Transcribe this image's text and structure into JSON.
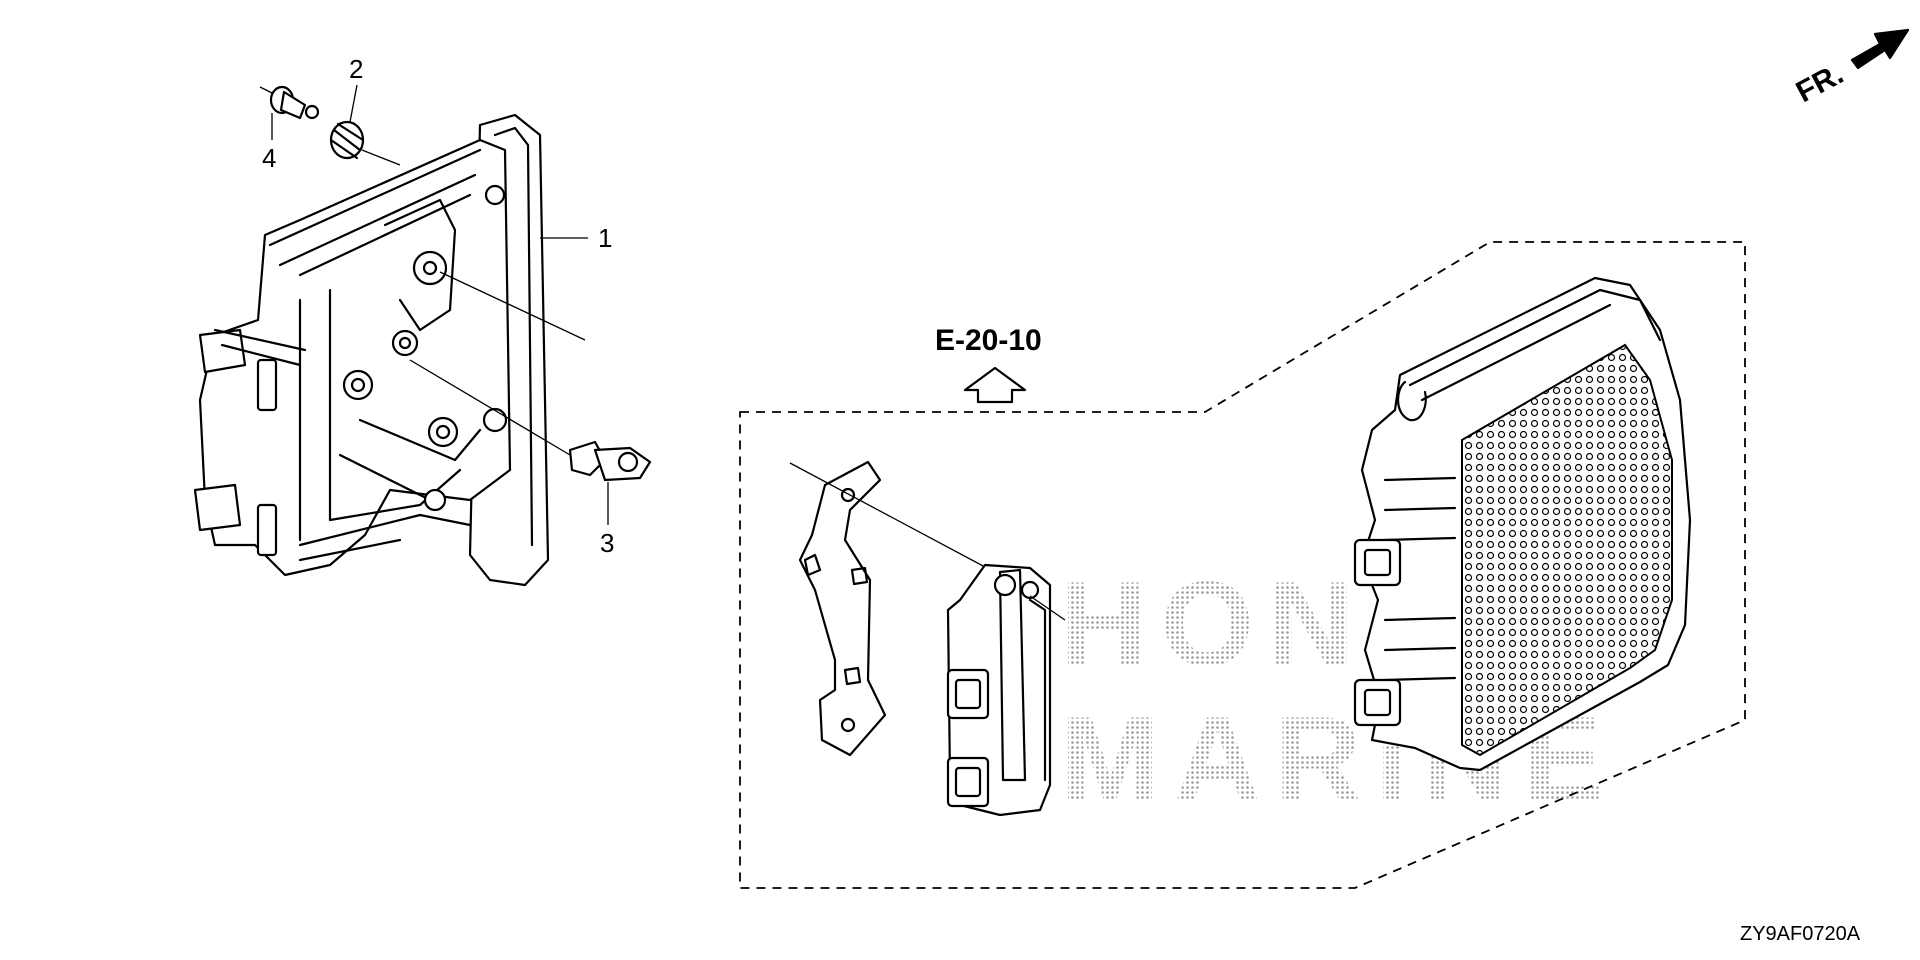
{
  "diagram": {
    "callouts": [
      {
        "id": "callout-1",
        "text": "1"
      },
      {
        "id": "callout-2",
        "text": "2"
      },
      {
        "id": "callout-3",
        "text": "3"
      },
      {
        "id": "callout-4",
        "text": "4"
      }
    ],
    "reference": "E-20-10",
    "direction_label": "FR.",
    "drawing_code": "ZY9AF0720A",
    "watermark": {
      "line1": "HONDA",
      "line2": "MARINE"
    }
  }
}
